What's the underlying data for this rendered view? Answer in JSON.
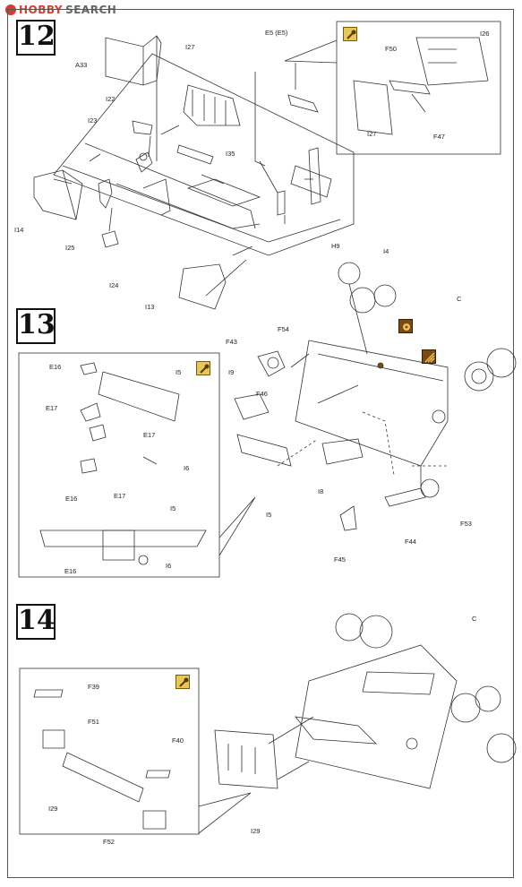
{
  "watermark": {
    "brand_a": "HOBBY",
    "brand_b": "SEARCH"
  },
  "steps": {
    "s12": "12",
    "s13": "13",
    "s14": "14"
  },
  "labels12": {
    "a33": "A33",
    "i27": "I27",
    "e5": "E5 (E5)",
    "i22": "I22",
    "i23": "I23",
    "i35": "I35",
    "i14": "I14",
    "i25": "I25",
    "i24": "I24",
    "i13": "I13",
    "h9": "H9",
    "i26": "I26",
    "f50": "F50",
    "i27b": "I27",
    "f47": "F47"
  },
  "labels13": {
    "e16": "E16",
    "i5": "I5",
    "e17": "E17",
    "e17b": "E17",
    "i6": "I6",
    "e16b": "E16",
    "e17c": "E17",
    "i5b": "I5",
    "e16c": "E16",
    "i6b": "I6",
    "i4": "I4",
    "c": "C",
    "f43": "F43",
    "f54": "F54",
    "i9": "I9",
    "f46": "F46",
    "i5c": "I5",
    "i8": "I8",
    "f53": "F53",
    "f44": "F44",
    "f45": "F45"
  },
  "labels14": {
    "f39": "F39",
    "f51": "F51",
    "f40": "F40",
    "i29": "I29",
    "f52": "F52",
    "i29b": "I29",
    "c2": "C"
  },
  "icons": [
    "photo-etch-tool-icon",
    "paint-brown-icon",
    "paint-stripe-icon"
  ],
  "colors": {
    "icon_yellow": "#e8c659",
    "icon_brown": "#7a4a12",
    "brand_red": "#d93b2b"
  }
}
